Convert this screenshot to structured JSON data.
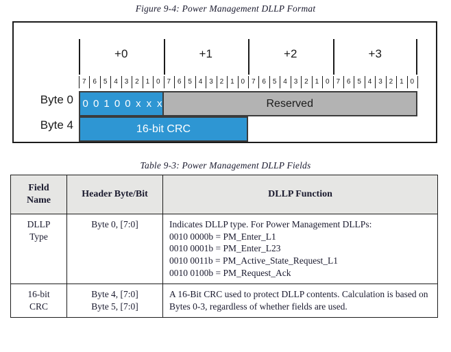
{
  "figure": {
    "caption": "Figure 9-4: Power Management DLLP Format",
    "byte_columns": [
      "+0",
      "+1",
      "+2",
      "+3"
    ],
    "bit_numbers": [
      "7",
      "6",
      "5",
      "4",
      "3",
      "2",
      "1",
      "0"
    ],
    "row_labels": [
      "Byte 0",
      "Byte 4"
    ],
    "fields": {
      "dllp_type_bits": "00100xxx",
      "reserved_label": "Reserved",
      "crc_label": "16-bit CRC"
    },
    "colors": {
      "blue": "#2e96d3",
      "gray": "#b3b3b3",
      "outline": "#3b3b3b"
    }
  },
  "table": {
    "caption": "Table 9-3: Power Management DLLP Fields",
    "headers": [
      "Field Name",
      "Header Byte/Bit",
      "DLLP Function"
    ],
    "header_field_name_line1": "Field",
    "header_field_name_line2": "Name",
    "rows": [
      {
        "field_name_line1": "DLLP",
        "field_name_line2": "Type",
        "header_byte_bit_line1": "Byte 0, [7:0]",
        "header_byte_bit_line2": "",
        "function_lines": [
          "Indicates DLLP type. For Power Management DLLPs:",
          "0010 0000b = PM_Enter_L1",
          "0010 0001b = PM_Enter_L23",
          "0010 0011b = PM_Active_State_Request_L1",
          "0010 0100b = PM_Request_Ack"
        ]
      },
      {
        "field_name_line1": "16-bit",
        "field_name_line2": "CRC",
        "header_byte_bit_line1": "Byte 4, [7:0]",
        "header_byte_bit_line2": "Byte 5, [7:0]",
        "function_paragraph": "A 16-Bit CRC used to protect DLLP contents. Calculation is based on Bytes 0-3, regardless of whether fields are used."
      }
    ]
  }
}
